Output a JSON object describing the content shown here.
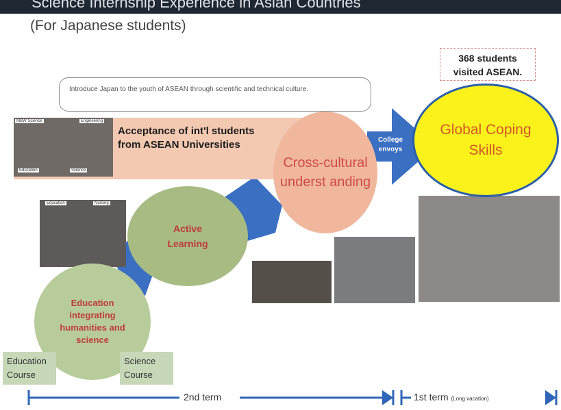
{
  "header": {
    "title_partial": "Science Internship Experience in Asian Countries",
    "subtitle": "(For Japanese students)"
  },
  "stats": {
    "line1": "368 students",
    "line2": "visited ASEAN."
  },
  "callout": {
    "text": "Introduce Japan to the youth of ASEAN through scientific and technical culture."
  },
  "acceptance": {
    "text": "Acceptance of int'l students from ASEAN Universities"
  },
  "photo_labels": {
    "p1_a": "MBW Science",
    "p1_b": "Engineering",
    "p1_c": "Education",
    "p1_d": "Science",
    "p2_a": "Education",
    "p2_b": "Nursing"
  },
  "nodes": {
    "cross": "Cross-cultural underst anding",
    "active": "Active Learning",
    "education": "Education integrating humanities and science",
    "college": "College envoys",
    "global": "Global Coping Skills"
  },
  "courses": {
    "education": "Education Course",
    "science": "Science Course"
  },
  "timeline": {
    "term2": "2nd term",
    "term1": "1st term",
    "term1_note": "(Long vacation)"
  },
  "colors": {
    "blue": "#3a6fc2",
    "peach": "#f0b79c",
    "green": "#a7bb83",
    "yellow": "#fbf21c",
    "red_text": "#c03b3b"
  }
}
